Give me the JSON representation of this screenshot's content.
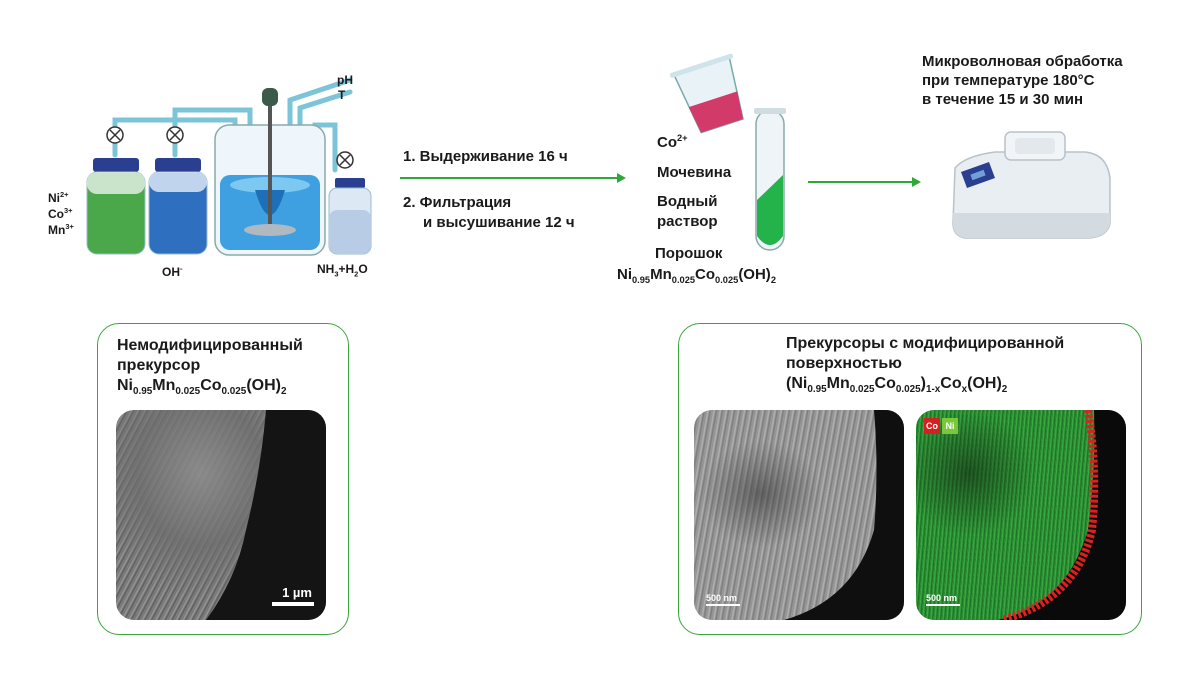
{
  "reactor": {
    "ions_metal": [
      "Ni",
      "Co",
      "Mn"
    ],
    "ions_metal_charges": [
      "2+",
      "3+",
      "3+"
    ],
    "oh_label": "OH",
    "oh_charge": "-",
    "ph_label": "pH",
    "t_label": "T",
    "nh3_part1": "NH",
    "nh3_sub": "3",
    "nh3_part2": "+H",
    "nh3_sub2": "2",
    "nh3_part3": "O"
  },
  "steps": {
    "step1": "1.  Выдерживание 16 ч",
    "step2_line1": "2.  Фильтрация",
    "step2_line2": "и высушивание 12 ч"
  },
  "middle": {
    "co_label": "Co",
    "co_charge": "2+",
    "urea": "Мочевина",
    "aq_line1": "Водный",
    "aq_line2": "раствор",
    "powder": "Порошок"
  },
  "microwave": {
    "line1": "Микроволновая обработка",
    "line2": "при температуре 180°C",
    "line3": "в течение 15 и 30 мин"
  },
  "left_box": {
    "title_line1": "Немодифицированный",
    "title_line2": "прекурсор",
    "scale": "1 µm"
  },
  "right_box": {
    "title_line1": "Прекурсоры с модифицированной",
    "title_line2": "поверхностью",
    "scale_left": "500 nm",
    "scale_right": "500 nm",
    "tag_co": "Co",
    "tag_ni": "Ni"
  },
  "colors": {
    "accent_green": "#2fa83a",
    "map_green": "#2e9a2e",
    "map_red": "#e02020"
  }
}
